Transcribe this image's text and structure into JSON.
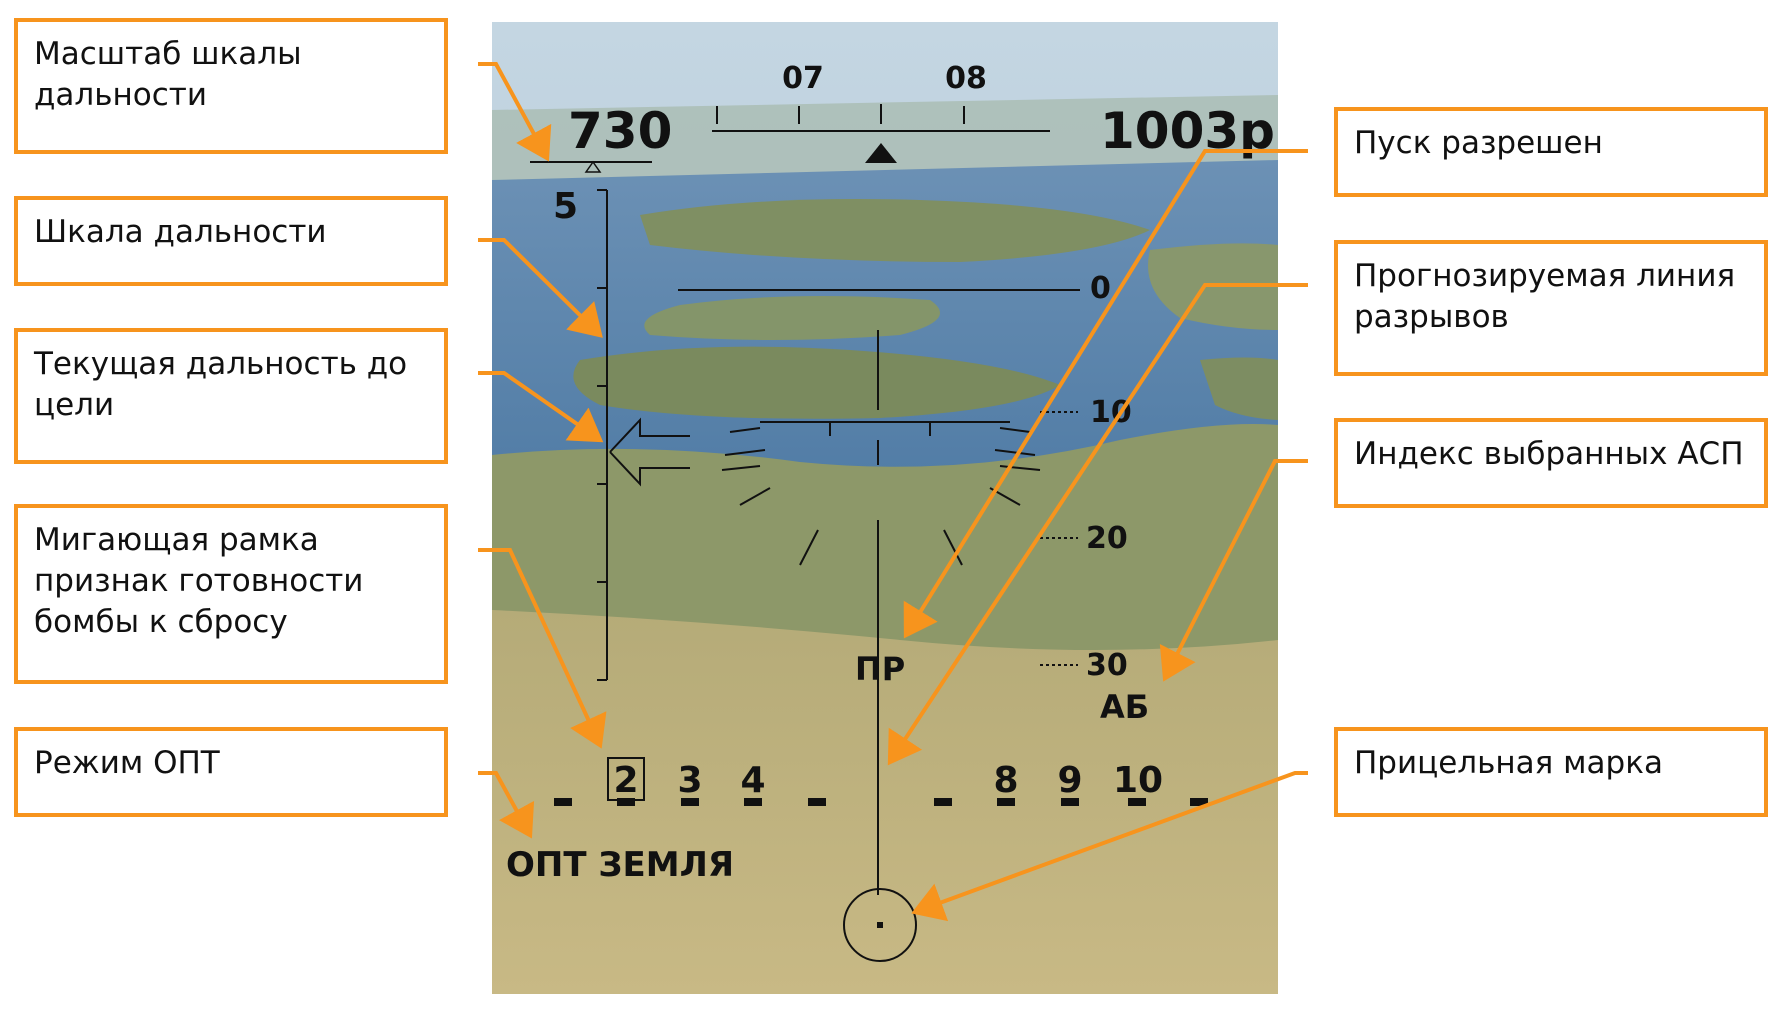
{
  "callouts": {
    "range_scale": "Масштаб шкалы дальности",
    "range_scale_bar": "Шкала дальности",
    "current_range": "Текущая дальность до цели",
    "bomb_ready_frame": "Мигающая рамка признак готовности бомбы к сбросу",
    "opt_mode": "Режим ОПТ",
    "launch_permitted": "Пуск разрешен",
    "predicted_burst_line": "Прогнозируемая линия разрывов",
    "selected_weapon_index": "Индекс выбранных АСП",
    "aiming_mark": "Прицельная марка"
  },
  "hud": {
    "left_value": "730",
    "right_value": "1003р",
    "heading_07": "07",
    "heading_08": "08",
    "range_scale_value": "5",
    "pitch_0": "0",
    "pitch_10": "10",
    "pitch_20": "20",
    "pitch_30": "30",
    "launch_label": "ПР",
    "weapon_label": "АБ",
    "station_2": "2",
    "station_3": "3",
    "station_4": "4",
    "station_8": "8",
    "station_9": "9",
    "station_10": "10",
    "mode_label": "ОПТ ЗЕМЛЯ"
  },
  "colors": {
    "callout_border": "#f7941d",
    "leader": "#f7941d",
    "hud_symbols": "#111111",
    "sky": "#b9cdda",
    "water": "#5c86ae",
    "land": "#8f9a6a",
    "field": "#c2b47c"
  }
}
